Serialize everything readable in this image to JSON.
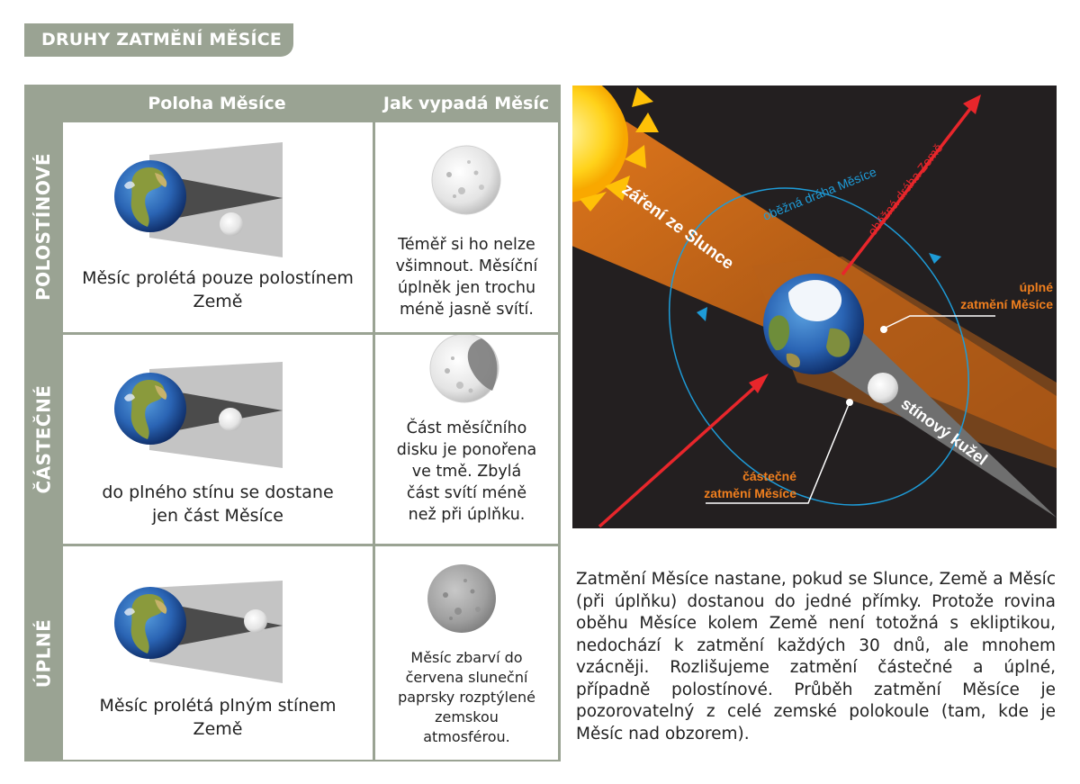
{
  "title": "DRUHY ZATMĚNÍ MĚSÍCE",
  "table": {
    "col_position": "Poloha Měsíce",
    "col_look": "Jak vypadá Měsíc",
    "rows": [
      {
        "label": "POLOSTÍNOVÉ",
        "position_lines": [
          "Měsíc prolétá pouze polostínem",
          "Země"
        ],
        "look_lines": [
          "Téměř si ho nelze",
          "všimnout. Měsíční",
          "úplněk jen trochu",
          "méně jasně svítí."
        ]
      },
      {
        "label": "ČÁSTEČNÉ",
        "position_lines": [
          "do plného stínu se dostane",
          "jen část Měsíce"
        ],
        "look_lines": [
          "Část měsíčního",
          "disku je ponořena",
          "ve tmě. Zbylá",
          "část svítí méně",
          "než při úplňku."
        ]
      },
      {
        "label": "ÚPLNÉ",
        "position_lines": [
          "Měsíc prolétá plným stínem",
          "Země"
        ],
        "look_lines": [
          "Měsíc zbarví do",
          "červena sluneční",
          "paprsky rozptýlené",
          "zemskou",
          "atmosférou."
        ]
      }
    ]
  },
  "diagram": {
    "sun_rays": "záření ze Slunce",
    "moon_orbit": "oběžná dráha Měsíce",
    "earth_orbit": "oběžná dráha Země",
    "total_eclipse": [
      "úplné",
      "zatmění Měsíce"
    ],
    "partial_eclipse": [
      "částečné",
      "zatmění Měsíce"
    ],
    "shadow_cone": "stínový kužel"
  },
  "paragraph": "Zatmění Měsíce nastane, pokud se Slunce, Země a Měsíc (při úplňku) dostanou do jedné přímky. Protože rovina oběhu Měsíce kolem Země není totožná s ekliptikou, nedochází k zatmění každých 30 dnů, ale mnohem vzácněji. Rozlišujeme zatmění částečné a úplné, případně polostínové. Průběh zatmění Měsíce je pozorovatelný z celé zemské polokoule (tam, kde je Měsíc nad obzorem).",
  "colors": {
    "frame": "#9aa393",
    "arrow_red": "#e8262b",
    "orbit_blue": "#1e9bd7",
    "label_orange": "#f07f1e"
  }
}
